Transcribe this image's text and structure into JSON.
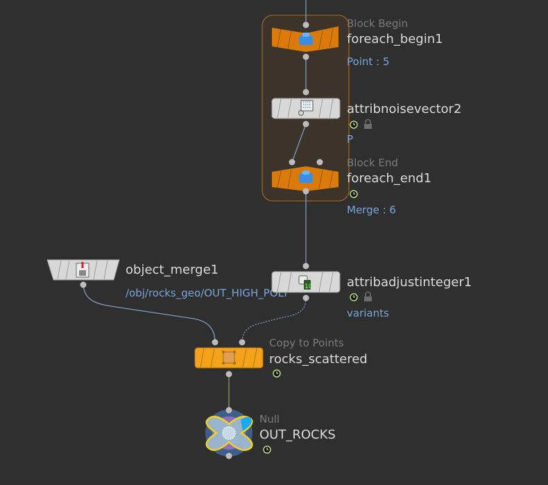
{
  "network": {
    "block": {
      "border_color": "#a0621c"
    },
    "nodes": [
      {
        "id": "foreach_begin1",
        "type": "Block Begin",
        "name": "foreach_begin1",
        "info": "Point : 5",
        "color": "#d97a0a",
        "icon": "block-cube-icon"
      },
      {
        "id": "attribnoisevector2",
        "type": "",
        "name": "attribnoisevector2",
        "info": "P",
        "color": "#d8d8d8",
        "icon": "noise-grid-icon",
        "flags": [
          "time-dependent-icon",
          "lock-icon"
        ]
      },
      {
        "id": "foreach_end1",
        "type": "Block End",
        "name": "foreach_end1",
        "info": "Merge : 6",
        "color": "#d97a0a",
        "icon": "block-cube-icon",
        "flags": [
          "time-dependent-icon"
        ]
      },
      {
        "id": "object_merge1",
        "type": "",
        "name": "object_merge1",
        "info": "/obj/rocks_geo/OUT_HIGH_POLY",
        "color": "#d8d8d8",
        "icon": "object-merge-icon"
      },
      {
        "id": "attribadjustinteger1",
        "type": "",
        "name": "attribadjustinteger1",
        "info": "variants",
        "color": "#d8d8d8",
        "icon": "dice-icon",
        "flags": [
          "time-dependent-icon",
          "lock-icon"
        ]
      },
      {
        "id": "rocks_scattered",
        "type": "Copy to Points",
        "name": "rocks_scattered",
        "info": "",
        "color": "#f5a21b",
        "icon": "copy-points-icon",
        "flags": [
          "time-dependent-icon"
        ]
      },
      {
        "id": "OUT_ROCKS",
        "type": "Null",
        "name": "OUT_ROCKS",
        "info": "",
        "color": "#9ab4cc",
        "icon": "null-icon",
        "flags": [
          "time-dependent-icon"
        ]
      }
    ]
  }
}
